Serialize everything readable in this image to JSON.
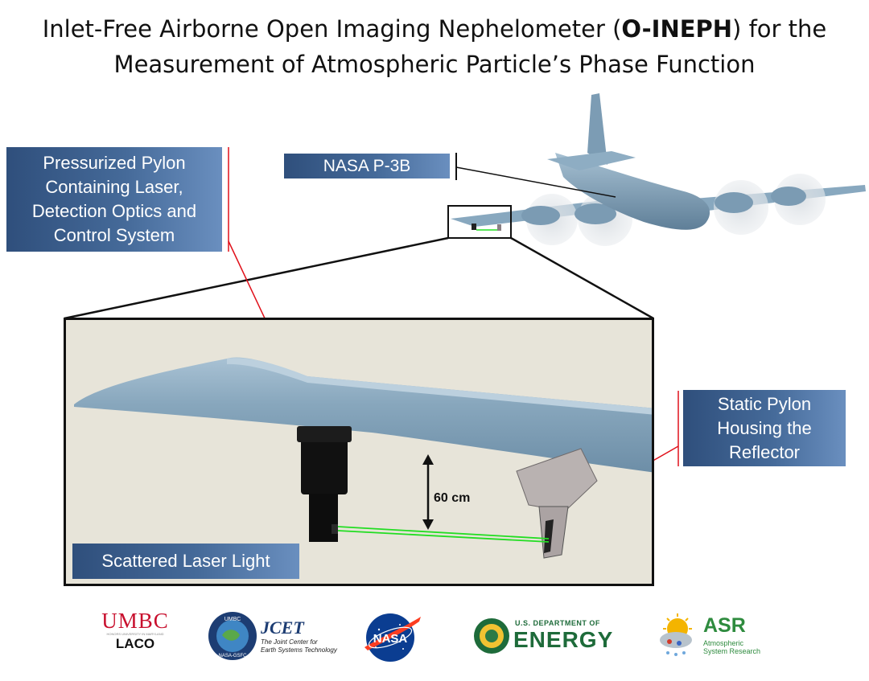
{
  "title": {
    "line1_prefix": "Inlet-Free Airborne Open Imaging Nephelometer (",
    "line1_bold": "O-INEPH",
    "line1_suffix": ") for the",
    "line2": "Measurement of Atmospheric Particle’s Phase Function"
  },
  "callouts": {
    "pylon": [
      "Pressurized Pylon",
      "Containing Laser,",
      "Detection Optics and",
      "Control System"
    ],
    "aircraft": "NASA P-3B",
    "reflector": [
      "Static Pylon",
      "Housing the",
      "Reflector"
    ],
    "scattered": "Scattered Laser Light"
  },
  "measurement": "60 cm",
  "logos": {
    "umbc": "UMBC",
    "umbc_sub": "HONORS UNIVERSITY IN MARYLAND",
    "laco": "LACO",
    "jcet": "JCET",
    "jcet_sub1": "The Joint Center for",
    "jcet_sub2": "Earth Systems Technology",
    "umbc_seal": "UMBC",
    "nasa_gsfc": "NASA-GSFC",
    "nasa": "NASA",
    "doe_line1": "U.S. DEPARTMENT OF",
    "doe_line2": "ENERGY",
    "asr": "ASR",
    "asr_sub1": "Atmospheric",
    "asr_sub2": "System Research"
  },
  "colors": {
    "callout_dark": "#2f4f7c",
    "callout_light": "#6a8fbf",
    "leader_red": "#e0101a",
    "aircraft_blue": "#86a6bd",
    "laser_green": "#22dd22",
    "inset_bg": "#e7e4d9"
  }
}
